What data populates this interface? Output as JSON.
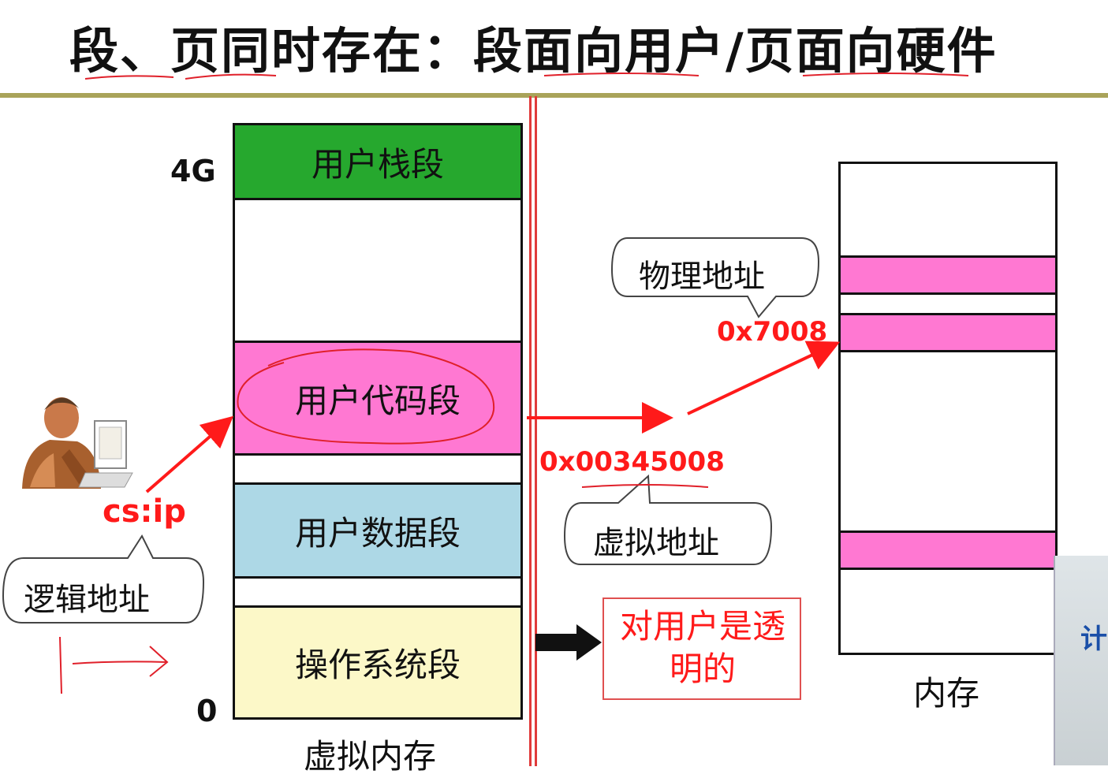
{
  "title": "段、页同时存在：段面向用户/页面向硬件",
  "virtual_memory": {
    "label": "虚拟内存",
    "top_label": "4G",
    "bottom_label": "0",
    "segments": {
      "stack": "用户栈段",
      "code": "用户代码段",
      "data": "用户数据段",
      "os": "操作系统段"
    }
  },
  "logical": {
    "register": "cs:ip",
    "callout": "逻辑地址"
  },
  "virtual": {
    "address": "0x00345008",
    "callout": "虚拟地址"
  },
  "physical": {
    "address": "0x7008",
    "callout": "物理地址"
  },
  "transparent_note": "对用户是透明的",
  "memory_label": "内存",
  "corner_snippet": "计",
  "colors": {
    "stack": "#26a82e",
    "code": "#ff78d2",
    "data": "#add8e6",
    "os": "#fcf8c8",
    "accent_red": "#ff1a1a"
  }
}
